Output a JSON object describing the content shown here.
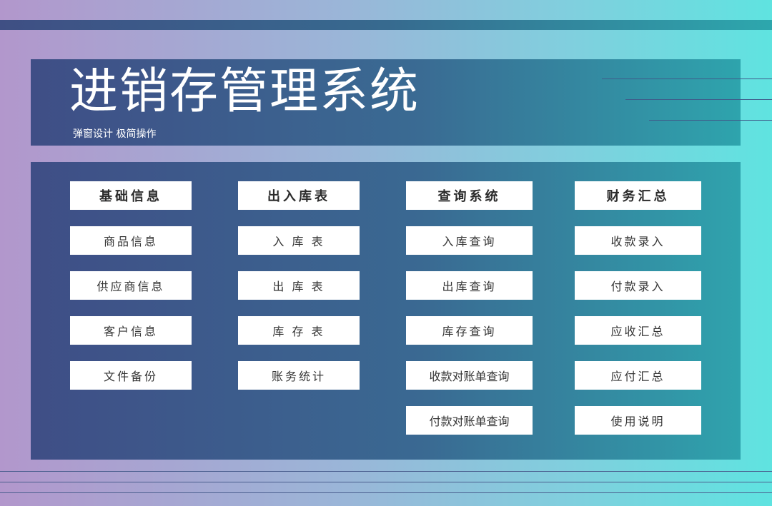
{
  "header": {
    "title": "进销存管理系统",
    "subtitle": "弹窗设计 极简操作"
  },
  "columns": [
    {
      "title": "基础信息",
      "items": [
        "商品信息",
        "供应商信息",
        "客户信息",
        "文件备份"
      ]
    },
    {
      "title": "出入库表",
      "items": [
        "入 库 表",
        "出 库 表",
        "库 存 表",
        "账务统计"
      ]
    },
    {
      "title": "查询系统",
      "items": [
        "入库查询",
        "出库查询",
        "库存查询",
        "收款对账单查询",
        "付款对账单查询"
      ]
    },
    {
      "title": "财务汇总",
      "items": [
        "收款录入",
        "付款录入",
        "应收汇总",
        "应付汇总",
        "使用说明"
      ]
    }
  ],
  "colors": {
    "panel_dark": "#3f4e86",
    "panel_teal": "#2ea4ad",
    "button_bg": "#ffffff",
    "title_text": "#ffffff"
  }
}
